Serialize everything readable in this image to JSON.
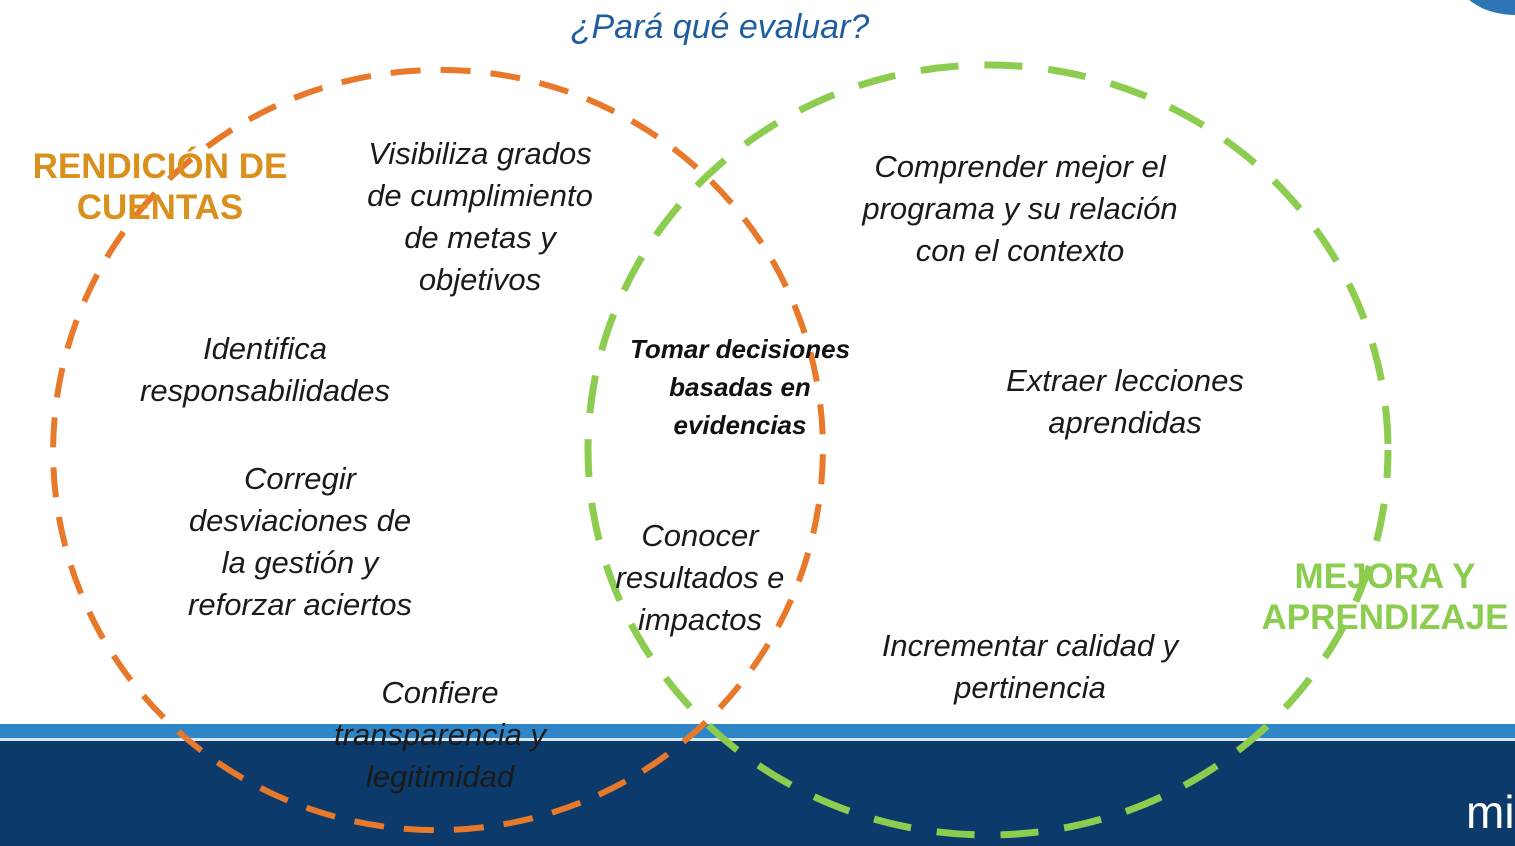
{
  "title": "¿Pará qué evaluar?",
  "labels": {
    "left": "RENDICIÓN DE\nCUENTAS",
    "right": "MEJORA Y\nAPRENDIZAJE"
  },
  "left_items": {
    "visibiliza": "Visibiliza grados\nde cumplimiento\nde metas y\nobjetivos",
    "identifica": "Identifica\nresponsabilidades",
    "corregir": "Corregir\ndesviaciones de\nla gestión y\nreforzar aciertos",
    "confiere": "Confiere\ntransparencia y\nlegitimidad"
  },
  "center_items": {
    "tomar": "Tomar decisiones\nbasadas en\nevidencias",
    "conocer": "Conocer\nresultados e\nimpactos"
  },
  "right_items": {
    "comprender": "Comprender mejor el\nprograma y su relación\ncon el contexto",
    "extraer": "Extraer lecciones\naprendidas",
    "incrementar": "Incrementar calidad y\npertinencia"
  },
  "logo_text": "mi",
  "colors": {
    "left_circle": "#e8782a",
    "right_circle": "#8ccd50",
    "left_label": "#d9901d",
    "right_label": "#8ccd50",
    "title": "#1f5d9e",
    "footer_dark": "#0b3a6b",
    "footer_light": "#2e86c8"
  }
}
